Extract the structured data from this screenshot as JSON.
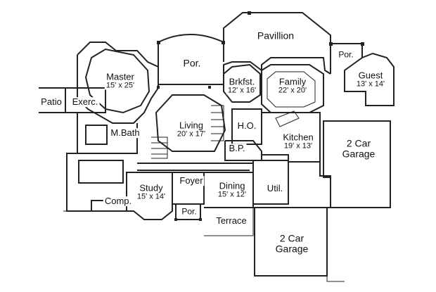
{
  "rooms": {
    "pavillion": {
      "name": "Pavillion"
    },
    "porch_top": {
      "name": "Por."
    },
    "porch_right": {
      "name": "Por."
    },
    "master": {
      "name": "Master",
      "dims": "15' x 25'"
    },
    "brkfst": {
      "name": "Brkfst.",
      "dims": "12' x 16'"
    },
    "family": {
      "name": "Family",
      "dims": "22' x 20'"
    },
    "guest": {
      "name": "Guest",
      "dims": "13' x 14'"
    },
    "patio": {
      "name": "Patio"
    },
    "exerc": {
      "name": "Exerc."
    },
    "living": {
      "name": "Living",
      "dims": "20' x 17'"
    },
    "ho": {
      "name": "H.O."
    },
    "mbath": {
      "name": "M.Bath"
    },
    "kitchen": {
      "name": "Kitchen",
      "dims": "19' x 13'"
    },
    "garage_right": {
      "name": "2 Car",
      "dims": "Garage"
    },
    "bp": {
      "name": "B.P."
    },
    "foyer": {
      "name": "Foyer"
    },
    "study": {
      "name": "Study",
      "dims": "15' x 14'"
    },
    "dining": {
      "name": "Dining",
      "dims": "15' x 12'"
    },
    "util": {
      "name": "Util."
    },
    "comp": {
      "name": "Comp."
    },
    "porch_front": {
      "name": "Por."
    },
    "terrace": {
      "name": "Terrace"
    },
    "garage_bottom": {
      "name": "2 Car",
      "dims": "Garage"
    }
  }
}
